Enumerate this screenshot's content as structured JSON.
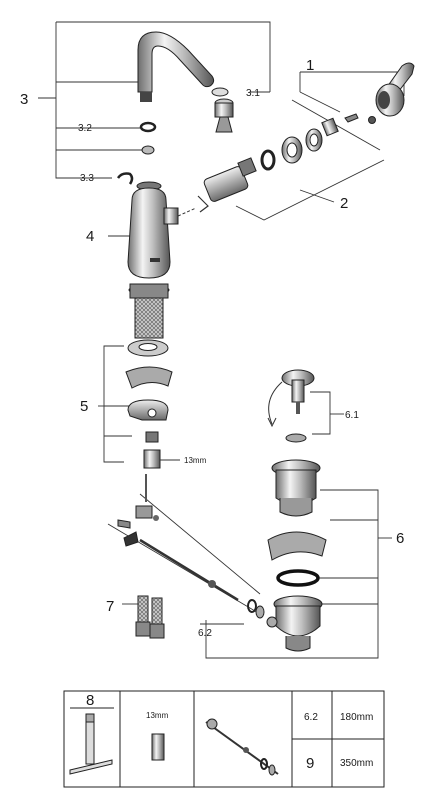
{
  "callouts": {
    "c1": "1",
    "c2": "2",
    "c3": "3",
    "c3_1": "3.1",
    "c3_2": "3.2",
    "c3_3": "3.3",
    "c4": "4",
    "c5": "5",
    "c6": "6",
    "c6_1": "6.1",
    "c6_2": "6.2",
    "c7": "7",
    "wrench_size": "13mm"
  },
  "legend": {
    "tool_number": "8",
    "tool_size": "13mm",
    "rows": [
      {
        "part": "6.2",
        "length": "180mm"
      },
      {
        "part": "9",
        "length": "350mm"
      }
    ]
  }
}
